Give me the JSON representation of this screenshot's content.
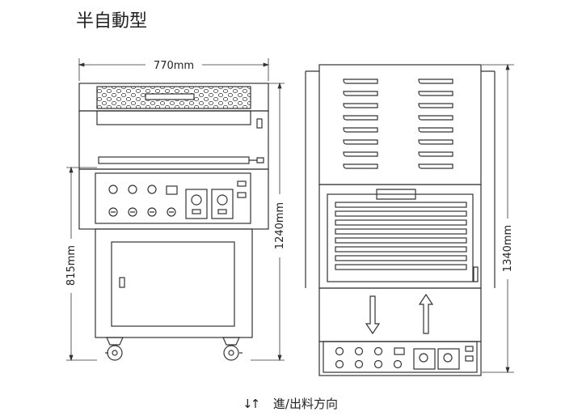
{
  "title": "半自動型",
  "dimensions": {
    "front_width": "770mm",
    "front_height": "1240mm",
    "front_lower_height": "815mm",
    "side_height": "1340mm"
  },
  "footer": {
    "arrows": "↓↑",
    "direction_label": "進/出料方向"
  }
}
